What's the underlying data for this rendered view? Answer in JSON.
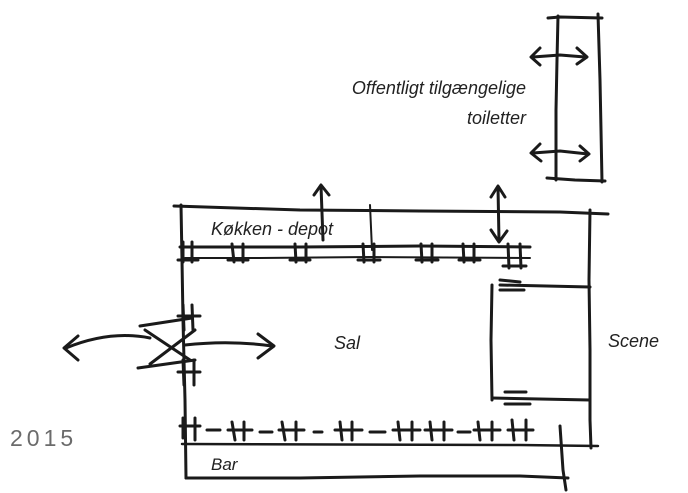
{
  "labels": {
    "toilet_line1": "Offentligt tilgængelige",
    "toilet_line2": "toiletter",
    "kitchen": "Køkken - depot",
    "sal": "Sal",
    "scene": "Scene",
    "bar": "Bar"
  },
  "year": "2015",
  "colors": {
    "ink": "#1a1a1a",
    "year": "#6b6b6b",
    "background": "#ffffff"
  }
}
